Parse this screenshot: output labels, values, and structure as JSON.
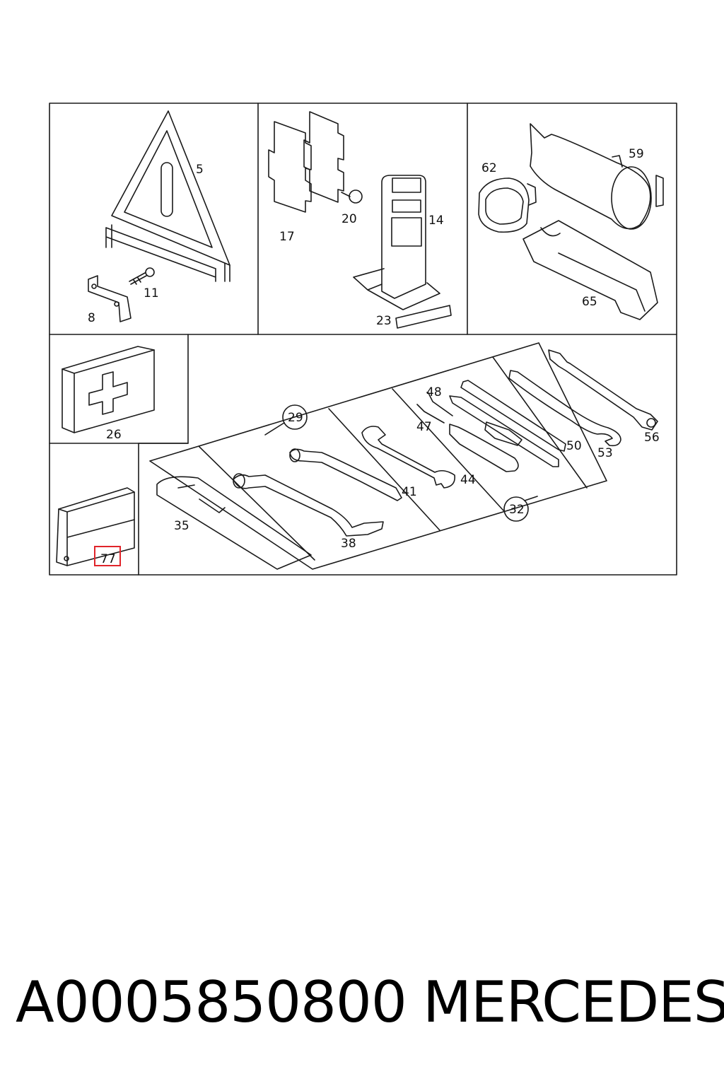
{
  "diagram": {
    "parts": {
      "p5": "5",
      "p8": "8",
      "p11": "11",
      "p14": "14",
      "p17": "17",
      "p20": "20",
      "p23": "23",
      "p26": "26",
      "p29": "29",
      "p32": "32",
      "p35": "35",
      "p38": "38",
      "p41": "41",
      "p44": "44",
      "p47": "47",
      "p48": "48",
      "p50": "50",
      "p53": "53",
      "p56": "56",
      "p59": "59",
      "p62": "62",
      "p65": "65",
      "p77": "77"
    },
    "highlighted_part": "77",
    "highlight_color": "#e0242a",
    "line_color": "#1a1a1a"
  },
  "caption": {
    "part_number": "A0005850800",
    "brand": "MERCEDES"
  }
}
